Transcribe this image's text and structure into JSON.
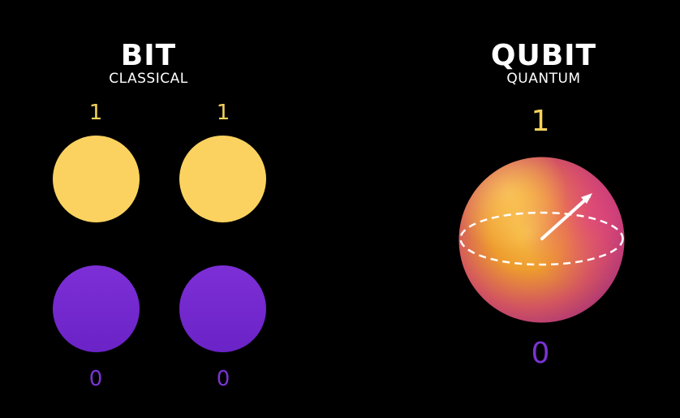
{
  "bit": {
    "title": "BIT",
    "subtitle": "CLASSICAL",
    "one_label_left": "1",
    "one_label_right": "1",
    "zero_label_left": "0",
    "zero_label_right": "0"
  },
  "qubit": {
    "title": "QUBIT",
    "subtitle": "QUANTUM",
    "one_label": "1",
    "zero_label": "0"
  },
  "colors": {
    "background": "#000000",
    "one_yellow": "#fbd25f",
    "zero_purple": "#7a33d4",
    "sphere_orange": "#f0a032",
    "sphere_magenta": "#c8327a"
  }
}
